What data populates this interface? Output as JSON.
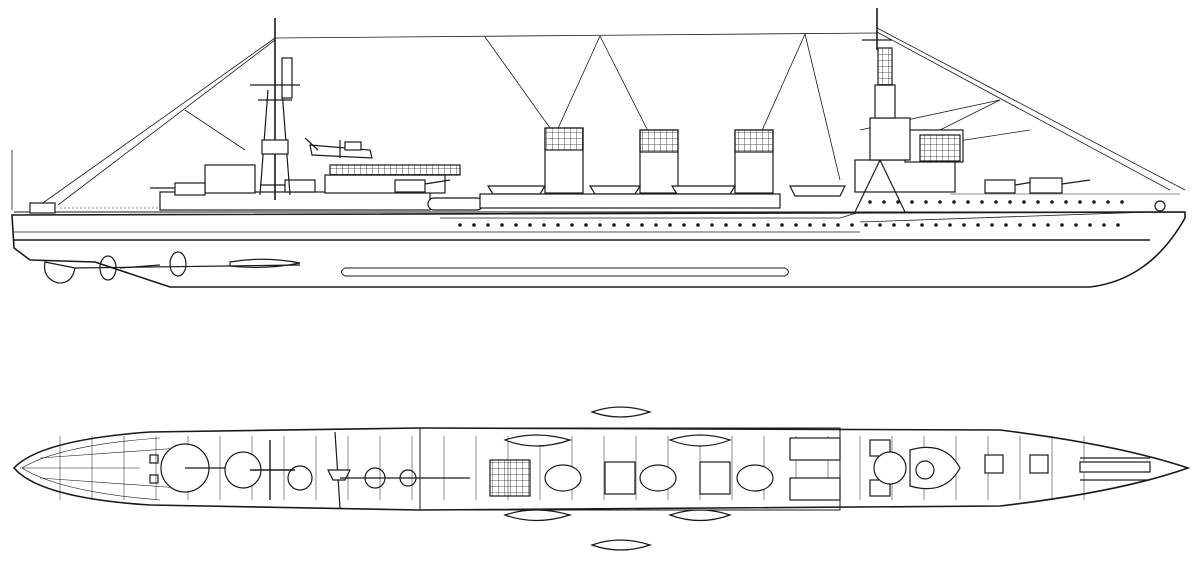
{
  "drawing": {
    "views": [
      "profile",
      "plan"
    ],
    "line_color": "#1a1a1a",
    "background": "#ffffff",
    "hull_fill": "#ffffff",
    "funnel_cap_color": "#111111"
  },
  "profile": {
    "funnels": 3,
    "masts": 2,
    "main_guns": 7,
    "aircraft": 1,
    "lifeboats": 4
  },
  "plan": {
    "boats_outboard": 4,
    "boats_inboard": 4
  }
}
